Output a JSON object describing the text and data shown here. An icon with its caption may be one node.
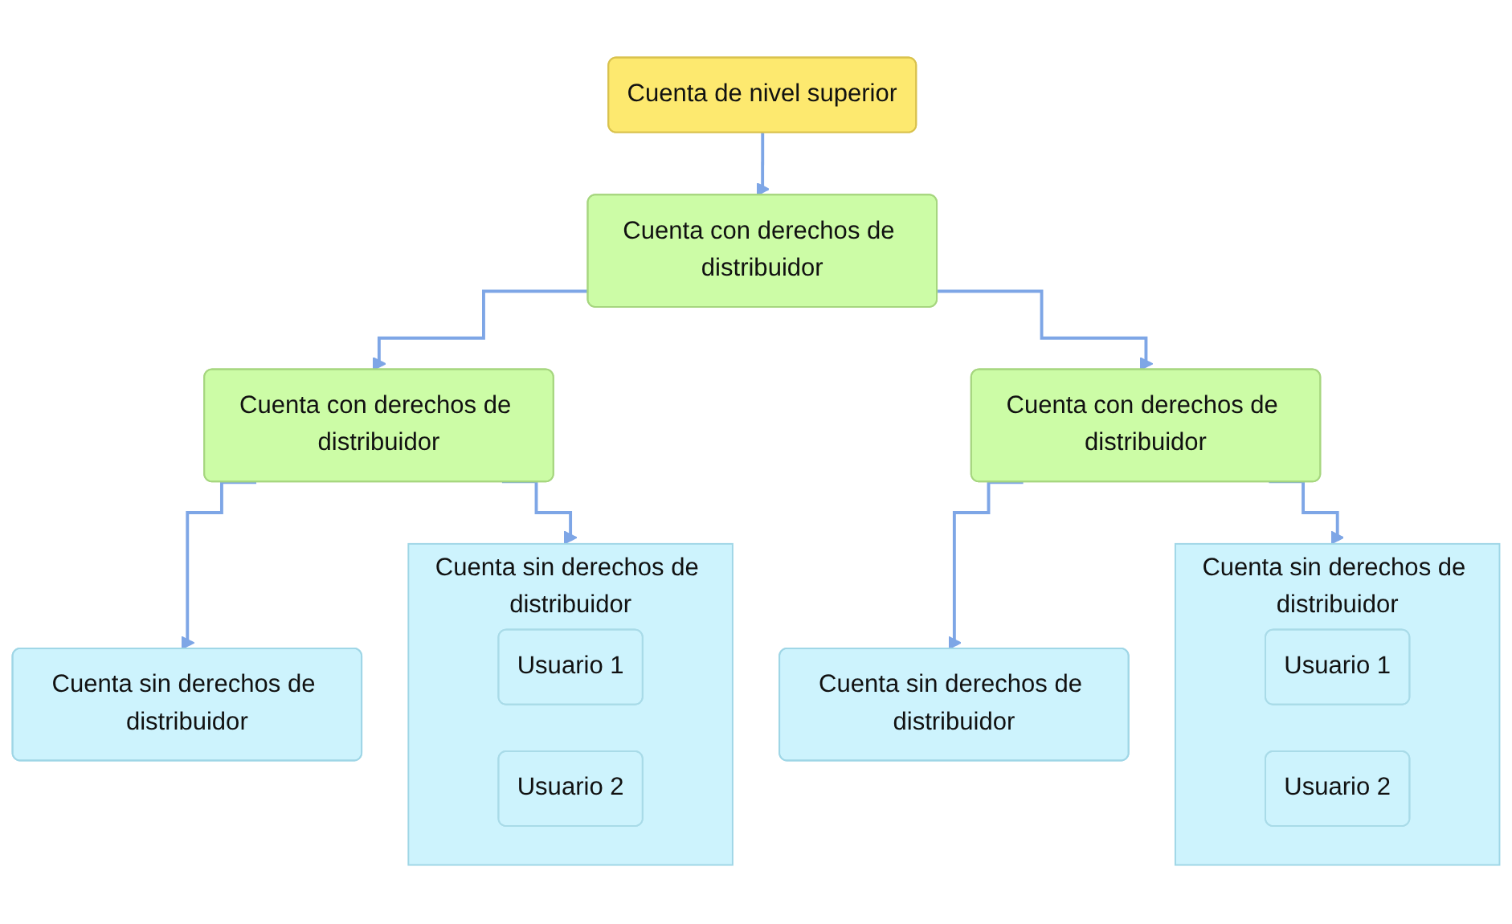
{
  "diagram": {
    "nodes": [
      {
        "text": [
          "Cuenta de nivel superior"
        ]
      },
      {
        "text": [
          "Cuenta con derechos de distribuidor"
        ]
      },
      {
        "text": [
          "Cuenta con derechos de distribuidor"
        ]
      },
      {
        "text": [
          "Cuenta con derechos de distribuidor"
        ]
      },
      {
        "text": [
          "Cuenta sin derechos de distribuidor"
        ]
      },
      {
        "text": [
          "Usuario 1"
        ],
        "in": 4
      },
      {
        "text": [
          "Usuario 2"
        ],
        "in": 4
      },
      {
        "text": [
          "Cuenta sin derechos de distribuidor"
        ]
      },
      {
        "text": [
          "Cuenta sin derechos de distribuidor"
        ]
      },
      {
        "text": [
          "Cuenta sin derechos de distribuidor"
        ]
      },
      {
        "text": [
          "Usuario 1"
        ],
        "in": 9
      },
      {
        "text": [
          "Usuario 2"
        ],
        "in": 9
      }
    ],
    "edges": [
      {
        "from": 0,
        "to": 1,
        "arrow": "to"
      },
      {
        "from": 1,
        "to": 2,
        "arrow": "to"
      },
      {
        "from": 1,
        "to": 3,
        "arrow": "to"
      },
      {
        "from": 2,
        "to": 4,
        "arrow": "to"
      },
      {
        "from": 2,
        "to": 7,
        "arrow": "to"
      },
      {
        "from": 3,
        "to": 8,
        "arrow": "to"
      },
      {
        "from": 3,
        "to": 9,
        "arrow": "to"
      }
    ]
  }
}
